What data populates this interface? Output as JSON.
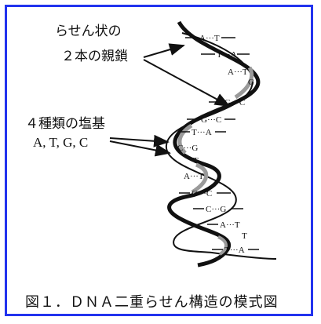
{
  "labels": {
    "strands_line1": "らせん状の",
    "strands_line2": "２本の親鎖",
    "bases_line1": "４種類の塩基",
    "bases_line2": "A, T, G, C"
  },
  "caption": "図１．ＤＮＡ二重らせん構造の模式図",
  "base_pairs": [
    {
      "text": "A···T"
    },
    {
      "text": "T···A"
    },
    {
      "text": "A···T"
    },
    {
      "text": "G"
    },
    {
      "text": "G···C"
    },
    {
      "text": "G···C"
    },
    {
      "text": "T···A"
    },
    {
      "text": "C···G"
    },
    {
      "text": "T"
    },
    {
      "text": "A···T"
    },
    {
      "text": "G···C"
    },
    {
      "text": "C···G"
    },
    {
      "text": "A···T"
    },
    {
      "text": "T"
    },
    {
      "text": "T···A"
    }
  ],
  "colors": {
    "border": "#2233ee",
    "strand": "#111111",
    "shading": "#9a9a9a"
  }
}
